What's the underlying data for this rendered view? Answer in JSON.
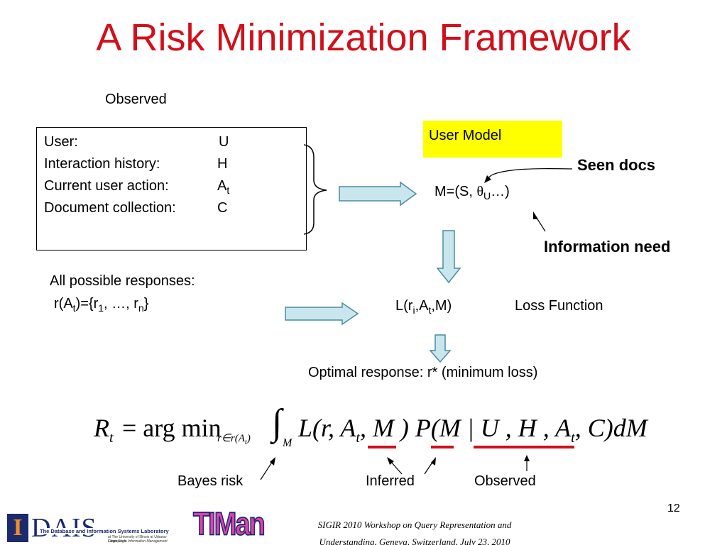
{
  "slide": {
    "title": "A Risk Minimization Framework",
    "observed_heading": "Observed",
    "box": {
      "rows": [
        {
          "label": "User:",
          "value": "U"
        },
        {
          "label": "Interaction history:",
          "value": "H"
        },
        {
          "label": "Current user action:",
          "value": "A",
          "value_sub": "t"
        },
        {
          "label": "Document collection:",
          "value": "C"
        }
      ]
    },
    "user_model_label": "User Model",
    "model_formula": {
      "pre": "M=(S, ",
      "theta": "θ",
      "theta_sub": "U",
      "post": "…)"
    },
    "seen_docs": "Seen docs",
    "information_need": "Information need",
    "responses": {
      "line1": "All possible responses:",
      "l2a": "r(A",
      "l2b": "t",
      "l2c": ")={r",
      "l2d": "1",
      "l2e": ", …, r",
      "l2f": "n",
      "l2g": "}"
    },
    "loss": {
      "a": "L(r",
      "b": "i",
      "c": ",A",
      "d": "t",
      "e": ",M)"
    },
    "loss_function_label": "Loss Function",
    "optimal_response": "Optimal response: r* (minimum loss)",
    "equation": {
      "R": "R",
      "R_sub": "t",
      "eq": "= arg min",
      "sub_under": "r∈r(A",
      "sub_under_t": "t",
      "sub_under_close": ")",
      "integral": "∫",
      "int_sub": "M",
      "body": "L(r, A",
      "body_t": "t",
      "body_mid": ", M ) P(M | U , H , A",
      "body_t2": "t",
      "body_end": ", C)dM"
    },
    "bayes_risk": "Bayes risk",
    "inferred": "Inferred",
    "observed_bottom": "Observed",
    "page_number": "12",
    "footer_line1": "SIGIR 2010 Workshop on Query Representation and",
    "footer_line2": "Understanding, Geneva, Switzerland, July 23, 2010",
    "dais_letter_i": "I",
    "dais_letters": "DAIS",
    "dais_lab_name": "The Database and Information Systems Laboratory",
    "dais_tag1": "at The University of Illinois at Urbana-Champaign",
    "dais_tag2": "Large Scale Information Management",
    "timan_text": "TIMan"
  },
  "colors": {
    "title": "#d0101a",
    "highlight": "#ffff00",
    "arrow_fill": "#c9e6ee",
    "arrow_stroke": "#4a8c9c",
    "underline": "#d0101a"
  }
}
